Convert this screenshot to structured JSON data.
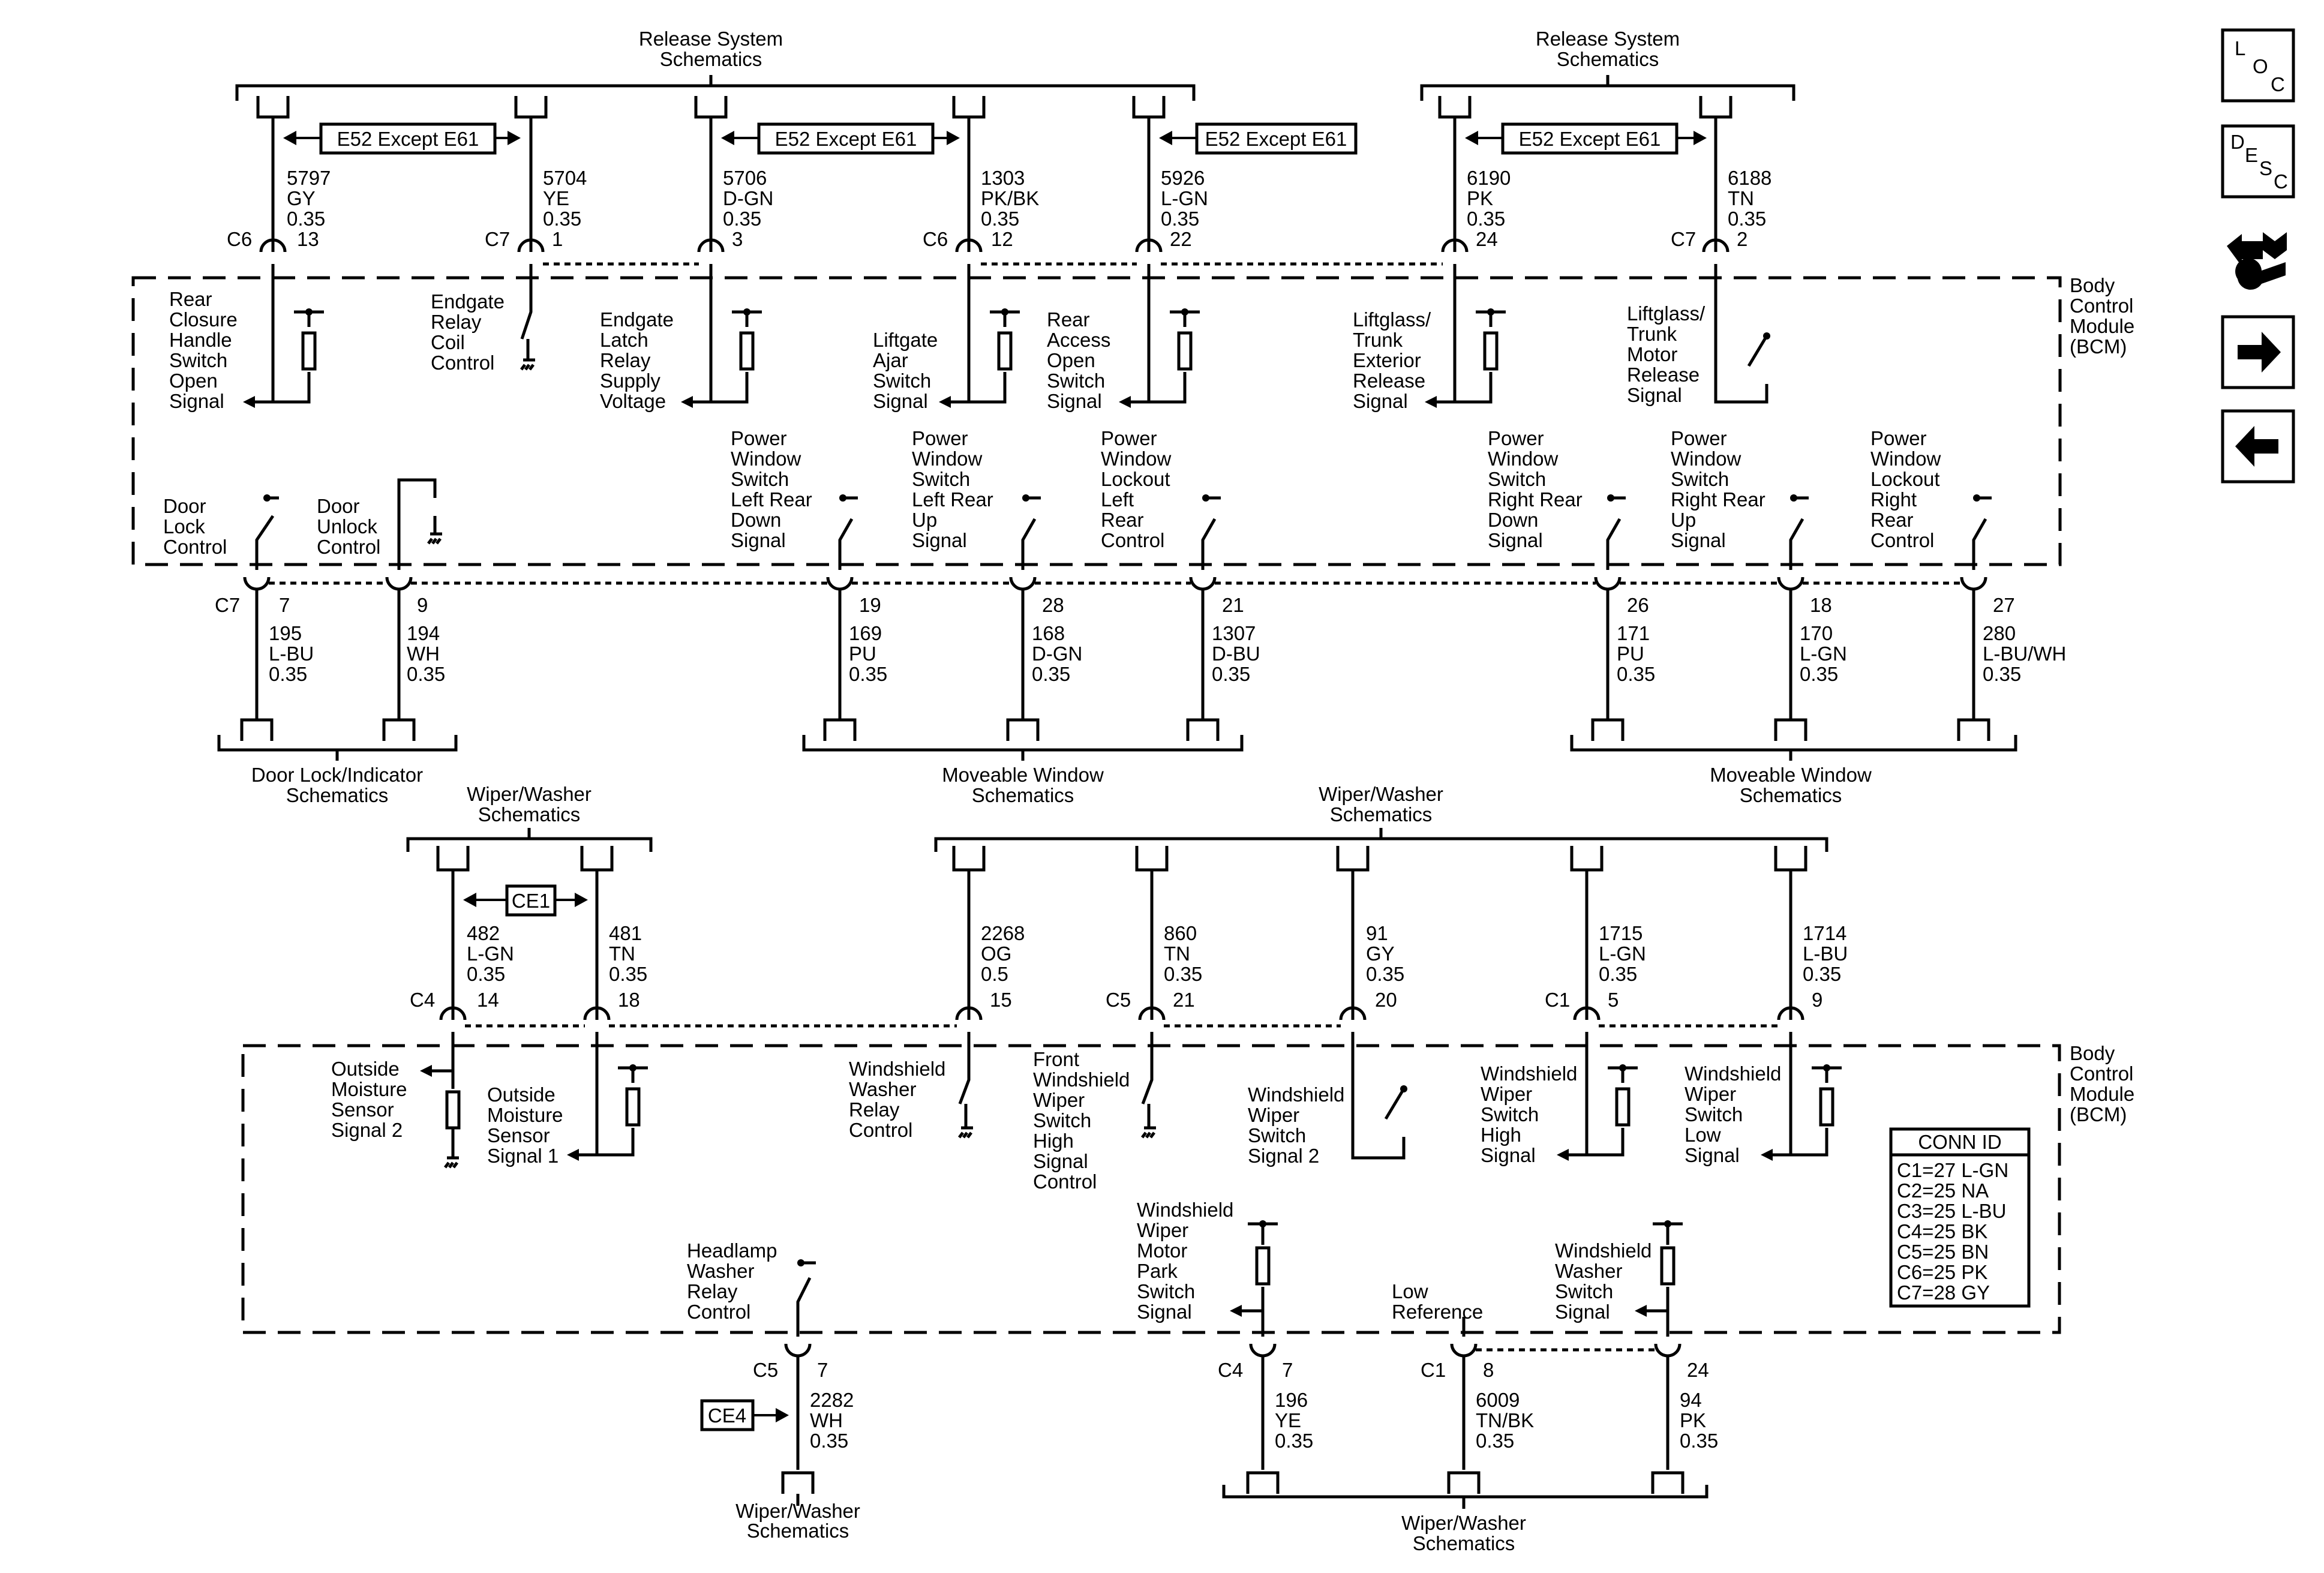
{
  "module": {
    "label": [
      "Body",
      "Control",
      "Module",
      "(BCM)"
    ]
  },
  "top_refs": [
    {
      "label": [
        "Release System",
        "Schematics"
      ]
    },
    {
      "label": [
        "Release System",
        "Schematics"
      ]
    }
  ],
  "bottom_refs": [
    {
      "label": [
        "Door Lock/Indicator",
        "Schematics"
      ]
    },
    {
      "label": [
        "Moveable Window",
        "Schematics"
      ]
    },
    {
      "label": [
        "Moveable Window",
        "Schematics"
      ]
    }
  ],
  "wiper_refs": [
    {
      "label": [
        "Wiper/Washer",
        "Schematics"
      ]
    },
    {
      "label": [
        "Wiper/Washer",
        "Schematics"
      ]
    },
    {
      "label": [
        "Wiper/Washer",
        "Schematics"
      ]
    },
    {
      "label": [
        "Wiper/Washer",
        "Schematics"
      ]
    }
  ],
  "options": [
    "E52 Except E61",
    "E52 Except E61",
    "E52 Except E61",
    "E52 Except E61",
    "CE1",
    "CE4"
  ],
  "connectors": [
    "C6",
    "C7",
    "C6",
    "C7",
    "C7",
    "C4",
    "C5",
    "C1",
    "C5",
    "C4",
    "C1"
  ],
  "top_wires": [
    {
      "circuit": "5797",
      "color": "GY",
      "gauge": "0.35",
      "pin": "13"
    },
    {
      "circuit": "5704",
      "color": "YE",
      "gauge": "0.35",
      "pin": "1"
    },
    {
      "circuit": "5706",
      "color": "D-GN",
      "gauge": "0.35",
      "pin": "3"
    },
    {
      "circuit": "1303",
      "color": "PK/BK",
      "gauge": "0.35",
      "pin": "12"
    },
    {
      "circuit": "5926",
      "color": "L-GN",
      "gauge": "0.35",
      "pin": "22"
    },
    {
      "circuit": "6190",
      "color": "PK",
      "gauge": "0.35",
      "pin": "24"
    },
    {
      "circuit": "6188",
      "color": "TN",
      "gauge": "0.35",
      "pin": "2"
    }
  ],
  "top_internal": [
    [
      "Rear",
      "Closure",
      "Handle",
      "Switch",
      "Open",
      "Signal"
    ],
    [
      "Endgate",
      "Relay",
      "Coil",
      "Control"
    ],
    [
      "Endgate",
      "Latch",
      "Relay",
      "Supply",
      "Voltage"
    ],
    [
      "Liftgate",
      "Ajar",
      "Switch",
      "Signal"
    ],
    [
      "Rear",
      "Access",
      "Open",
      "Switch",
      "Signal"
    ],
    [
      "Liftglass/",
      "Trunk",
      "Exterior",
      "Release",
      "Signal"
    ],
    [
      "Liftglass/",
      "Trunk",
      "Motor",
      "Release",
      "Signal"
    ]
  ],
  "mid_internal": [
    [
      "Door",
      "Lock",
      "Control"
    ],
    [
      "Door",
      "Unlock",
      "Control"
    ],
    [
      "Power",
      "Window",
      "Switch",
      "Left Rear",
      "Down",
      "Signal"
    ],
    [
      "Power",
      "Window",
      "Switch",
      "Left Rear",
      "Up",
      "Signal"
    ],
    [
      "Power",
      "Window",
      "Lockout",
      "Left",
      "Rear",
      "Control"
    ],
    [
      "Power",
      "Window",
      "Switch",
      "Right Rear",
      "Down",
      "Signal"
    ],
    [
      "Power",
      "Window",
      "Switch",
      "Right Rear",
      "Up",
      "Signal"
    ],
    [
      "Power",
      "Window",
      "Lockout",
      "Right",
      "Rear",
      "Control"
    ]
  ],
  "mid_wires": [
    {
      "pin": "7",
      "circuit": "195",
      "color": "L-BU",
      "gauge": "0.35"
    },
    {
      "pin": "9",
      "circuit": "194",
      "color": "WH",
      "gauge": "0.35"
    },
    {
      "pin": "19",
      "circuit": "169",
      "color": "PU",
      "gauge": "0.35"
    },
    {
      "pin": "28",
      "circuit": "168",
      "color": "D-GN",
      "gauge": "0.35"
    },
    {
      "pin": "21",
      "circuit": "1307",
      "color": "D-BU",
      "gauge": "0.35"
    },
    {
      "pin": "26",
      "circuit": "171",
      "color": "PU",
      "gauge": "0.35"
    },
    {
      "pin": "18",
      "circuit": "170",
      "color": "L-GN",
      "gauge": "0.35"
    },
    {
      "pin": "27",
      "circuit": "280",
      "color": "L-BU/WH",
      "gauge": "0.35"
    }
  ],
  "lower_wires": [
    {
      "circuit": "482",
      "color": "L-GN",
      "gauge": "0.35",
      "pin": "14"
    },
    {
      "circuit": "481",
      "color": "TN",
      "gauge": "0.35",
      "pin": "18"
    },
    {
      "circuit": "2268",
      "color": "OG",
      "gauge": "0.5",
      "pin": "15"
    },
    {
      "circuit": "860",
      "color": "TN",
      "gauge": "0.35",
      "pin": "21"
    },
    {
      "circuit": "91",
      "color": "GY",
      "gauge": "0.35",
      "pin": "20"
    },
    {
      "circuit": "1715",
      "color": "L-GN",
      "gauge": "0.35",
      "pin": "5"
    },
    {
      "circuit": "1714",
      "color": "L-BU",
      "gauge": "0.35",
      "pin": "9"
    }
  ],
  "lower_internal": [
    [
      "Outside",
      "Moisture",
      "Sensor",
      "Signal 2"
    ],
    [
      "Outside",
      "Moisture",
      "Sensor",
      "Signal 1"
    ],
    [
      "Windshield",
      "Washer",
      "Relay",
      "Control"
    ],
    [
      "Front",
      "Windshield",
      "Wiper",
      "Switch",
      "High",
      "Signal",
      "Control"
    ],
    [
      "Windshield",
      "Wiper",
      "Switch",
      "Signal 2"
    ],
    [
      "Windshield",
      "Wiper",
      "Switch",
      "High",
      "Signal"
    ],
    [
      "Windshield",
      "Wiper",
      "Switch",
      "Low",
      "Signal"
    ],
    [
      "Headlamp",
      "Washer",
      "Relay",
      "Control"
    ],
    [
      "Windshield",
      "Wiper",
      "Motor",
      "Park",
      "Switch",
      "Signal"
    ],
    [
      "Low",
      "Reference"
    ],
    [
      "Windshield",
      "Washer",
      "Switch",
      "Signal"
    ]
  ],
  "bottom_wires": [
    {
      "pin": "7",
      "circuit": "2282",
      "color": "WH",
      "gauge": "0.35"
    },
    {
      "pin": "7",
      "circuit": "196",
      "color": "YE",
      "gauge": "0.35"
    },
    {
      "pin": "8",
      "circuit": "6009",
      "color": "TN/BK",
      "gauge": "0.35"
    },
    {
      "pin": "24",
      "circuit": "94",
      "color": "PK",
      "gauge": "0.35"
    }
  ],
  "conn_id": {
    "title": "CONN ID",
    "rows": [
      "C1=27 L-GN",
      "C2=25 NA",
      "C3=25 L-BU",
      "C4=25 BK",
      "C5=25 BN",
      "C6=25 PK",
      "C7=28 GY"
    ]
  },
  "nav": {
    "loc": [
      "L",
      "O",
      "C"
    ],
    "desc": [
      "D",
      "E",
      "S",
      "C"
    ],
    "icon_names": [
      "loc-icon",
      "desc-icon",
      "connector-icon",
      "forward-arrow-icon",
      "back-arrow-icon"
    ]
  },
  "coords": {}
}
